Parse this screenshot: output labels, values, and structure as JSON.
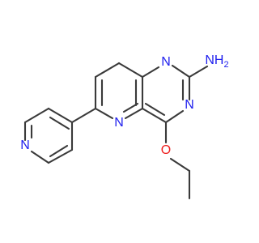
{
  "colors": {
    "bond": "#3a3a3a",
    "nitrogen": "#2020ee",
    "oxygen": "#ee2020",
    "background": "#ffffff"
  },
  "atoms": {
    "n_pyrimidine_top": "N",
    "n_pyrimidine_right": "N",
    "n_pyridine_fused": "N",
    "n_pyridyl": "N",
    "o_ethoxy": "O",
    "amine": "NH"
  },
  "amine_subscript": "2"
}
